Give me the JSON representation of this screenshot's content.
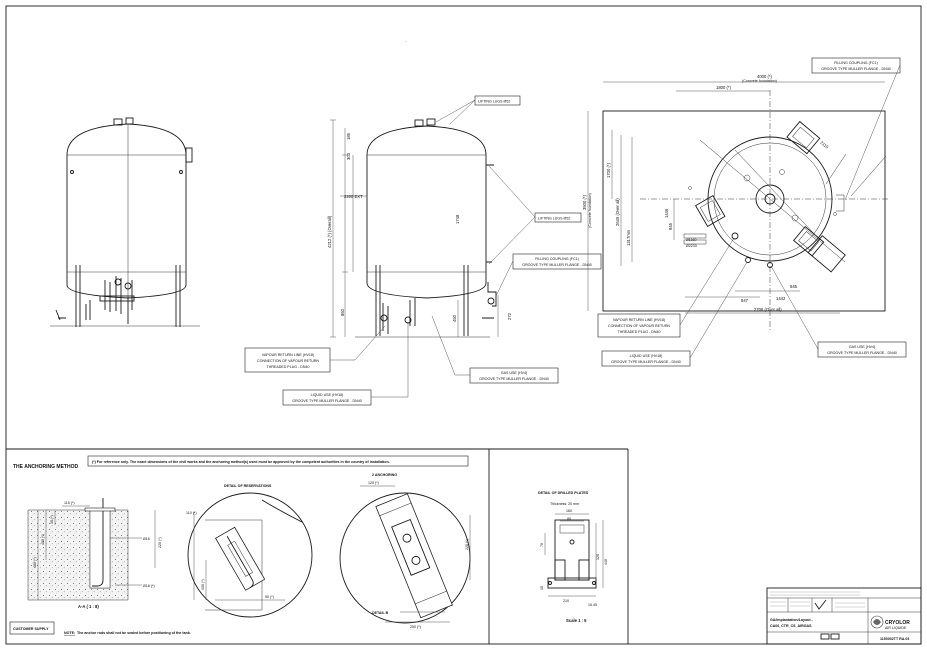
{
  "labels": {
    "lifting_lugs_top": "LIFTING LUGS Ø52",
    "lifting_lugs_side": "LIFTING LUGS Ø52",
    "ext_diameter": "2200 EXT",
    "filling_coupling_side_1": "FILLING COUPLING (FC1)",
    "filling_coupling_side_2": "GROOVE TYPE MULLER FLANGE - DN40",
    "vapour_return_side_1": "VAPOUR RETURN LINE (HV18)",
    "vapour_return_side_2": "CONNECTION OF VAPOUR RETURN",
    "vapour_return_side_3": "THREADED PLUG - DN40",
    "gas_use_side_1": "GAS USE (HV4)",
    "gas_use_side_2": "GROOVE TYPE MULLER FLANGE - DN40",
    "liquid_use_side_1": "LIQUID USE (HV18)",
    "liquid_use_side_2": "GROOVE TYPE MULLER FLANGE - DN40",
    "filling_coupling_plan_1": "FILLING COUPLING (FC1)",
    "filling_coupling_plan_2": "GROOVE TYPE MULLER FLANGE - DN40",
    "vapour_return_plan_1": "VAPOUR RETURN LINE (HV18)",
    "vapour_return_plan_2": "CONNECTION OF VAPOUR RETURN",
    "vapour_return_plan_3": "THREADED PLUG - DN40",
    "liquid_use_plan_1": "LIQUID USE (HV18)",
    "liquid_use_plan_2": "GROOVE TYPE MULLER FLANGE - DN40",
    "gas_use_plan_1": "GAS USE (HV4)",
    "gas_use_plan_2": "GROOVE TYPE MULLER FLANGE - DN40"
  },
  "dimensions": {
    "overall_height": "4212 (*) (Overall)",
    "h_185": "185",
    "h_1748": "1748",
    "h_860": "860",
    "h_450": "450",
    "h_303": "303",
    "h_272": "272",
    "plan_4000": "4000 (*)",
    "plan_concrete_foundation": "(Concrete foundation)",
    "plan_1800": "1800 (*)",
    "plan_3500": "3500 (*)",
    "plan_concrete_foundation_v": "(Concrete foundation)",
    "plan_1700": "1700 (*)",
    "plan_2645": "2645 (Over all)",
    "plan_1317": "1317mm",
    "plan_945": "945",
    "plan_1442": "1442",
    "plan_947": "947",
    "plan_2706": "2706 (Over all)",
    "plan_645": "645",
    "plan_1446": "1446",
    "plan_2110": "2110",
    "plan_1160": "Ø1160",
    "plan_2233": "Ø2233"
  },
  "anchoring": {
    "title": "THE ANCHORING METHOD",
    "note": "(*) For reference only. The exact dimensions of the civil works and the anchoring method(s) used must be approved by the competent authorities in the country of installation.",
    "section_label": "A-A ( 1 : 8)",
    "detail_reservations": "DETAIL OF RESERVATIONS",
    "detail_anchoring": "2 ANCHORING",
    "detail_b": "DETAIL B",
    "customer_supply": "CUSTOMER SUPPLY",
    "note_label": "NOTE:",
    "note_text": "The anchor rods shall not be sealed before positioning of the tank.",
    "dims": {
      "d115": "115 (*)",
      "d400": "400 (*)",
      "d480": "480 (*)",
      "d30": "30 (*)",
      "d220": "220 (*)",
      "d16": "Ø16",
      "d18": "Ø18 (*)",
      "d110": "110 (*)",
      "d400b": "400 (*)",
      "d120": "120 (*)",
      "d90": "90 (*)",
      "d250": "250 (*)"
    }
  },
  "drilled_plates": {
    "title": "DETAIL OF DRILLED PLATES",
    "thickness": "Thickness: 20 mm",
    "d160": "160",
    "d80": "80",
    "d120": "120",
    "d70": "70",
    "d440": "440",
    "d15": "15",
    "d210": "210",
    "d1545": "15.45",
    "scale": "Scale 1 : 5"
  },
  "title_block": {
    "drawing_title_1": "GA/Implantation/Layout -",
    "drawing_title_2": "CA06_CTR_CS_AIRGAS",
    "company": "CRYOLOR",
    "company_sub": "AIR LIQUIDE",
    "number": "1150002TT RA.03"
  }
}
